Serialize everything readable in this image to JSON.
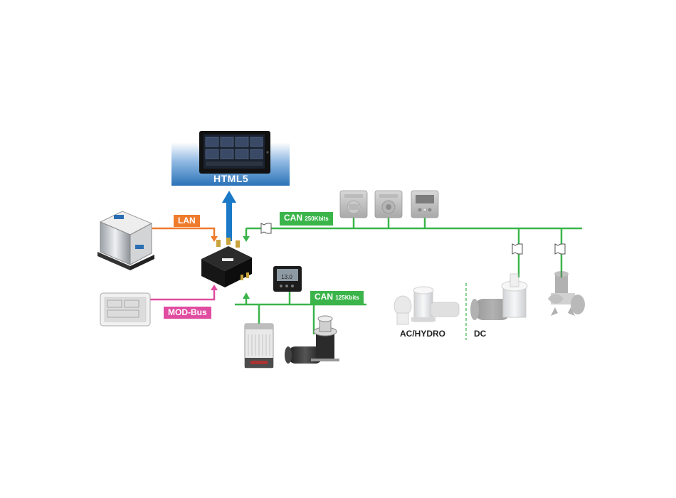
{
  "labels": {
    "html5": "HTML5",
    "lan": "LAN",
    "modbus": "MOD-Bus",
    "can250_main": "CAN",
    "can250_speed": "250Kbits",
    "can125_main": "CAN",
    "can125_speed": "125Kbits",
    "ac_hydro": "AC/HYDRO",
    "dc": "DC"
  },
  "colors": {
    "can": "#3bb54a",
    "lan": "#ef7b2d",
    "modbus": "#e04ca0",
    "html5_arrow": "#1a7ac8",
    "html5_panel": "#2a73b8"
  }
}
